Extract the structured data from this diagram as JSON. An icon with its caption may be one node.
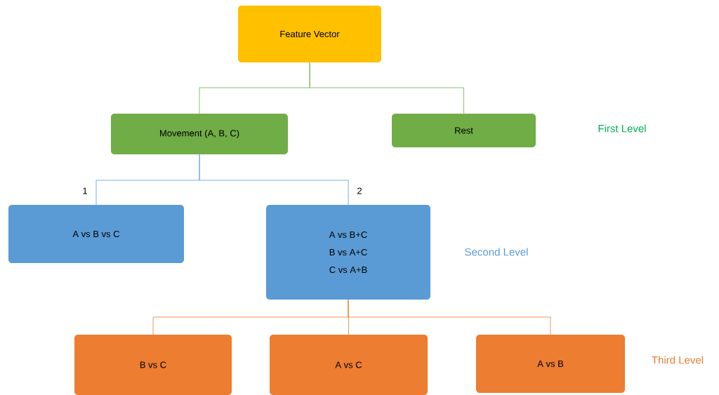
{
  "diagram": {
    "nodes": [
      {
        "text": [
          "Feature Vector"
        ]
      },
      {
        "text": [
          "Movement (A, B, C)"
        ]
      },
      {
        "text": [
          "Rest"
        ]
      },
      {
        "text": [
          "A vs B vs C"
        ]
      },
      {
        "text": [
          "A vs B+C",
          "B vs A+C",
          "C vs A+B"
        ]
      },
      {
        "text": [
          "B vs C"
        ]
      },
      {
        "text": [
          "A vs C"
        ]
      },
      {
        "text": [
          "A vs B"
        ]
      }
    ],
    "edges": [
      {
        "from": 0,
        "to": 1,
        "arrow": "none",
        "color": "#70ad47"
      },
      {
        "from": 0,
        "to": 2,
        "arrow": "none",
        "color": "#70ad47"
      },
      {
        "from": 1,
        "to": 3,
        "arrow": "none",
        "label": "1",
        "color": "#5b9bd5"
      },
      {
        "from": 1,
        "to": 4,
        "arrow": "none",
        "label": "2",
        "color": "#5b9bd5"
      },
      {
        "from": 4,
        "to": 5,
        "arrow": "none",
        "color": "#ed7d31"
      },
      {
        "from": 4,
        "to": 6,
        "arrow": "none",
        "color": "#ed7d31"
      },
      {
        "from": 4,
        "to": 7,
        "arrow": "none",
        "color": "#ed7d31"
      }
    ],
    "labels": [
      "First Level",
      "Second Level",
      "Third Level"
    ]
  }
}
